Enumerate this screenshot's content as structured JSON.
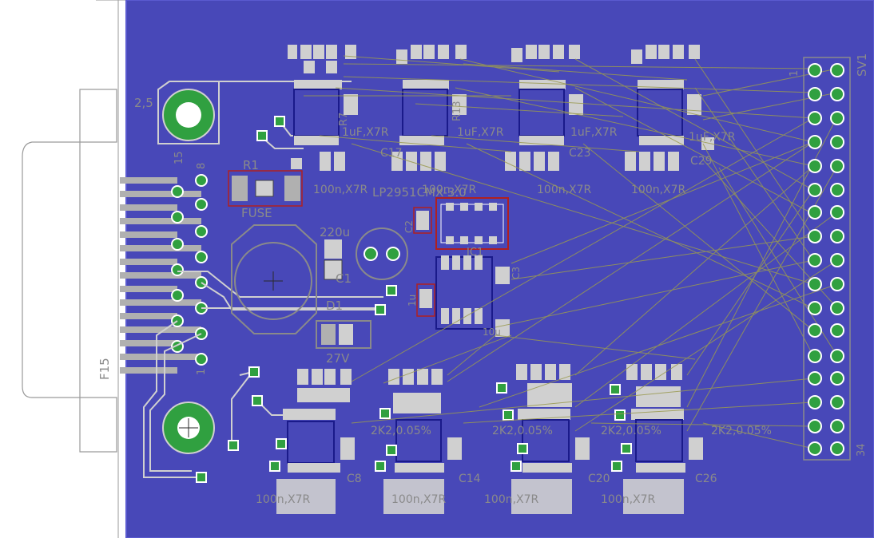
{
  "board": {
    "background": "#4848b8",
    "copper_color": "#d0d0d0",
    "pad_color": "#4caf50",
    "outline_color": "#1a1a8a",
    "airwire_color": "#9a9a50",
    "label_color": "#8a8a8a",
    "highlight_color": "#b02020"
  },
  "labels": {
    "connector": "F15",
    "hole_size": "2,5",
    "pin_15": "15",
    "pin_8": "8",
    "pin_1": "1",
    "r1": "R1",
    "fuse": "FUSE",
    "cap_220u": "220u",
    "c1": "C1",
    "d1": "D1",
    "v27": "27V",
    "ic": "LP2951CMX-3.0",
    "ic1": "IC1",
    "c2": "C2",
    "c3": "C3",
    "header": "SV1",
    "header_pin_1": "1",
    "header_pin_34": "34",
    "cap_1uf": "1uF,X7R",
    "cap_100n": "100n,X7R",
    "res_2k2": "2K2,0.05%",
    "cap_c8": "C8",
    "cap_c14": "C14",
    "cap_c20": "C20",
    "cap_c26": "C26",
    "cap_c17": "C17",
    "cap_c23": "C23",
    "cap_c29": "C29",
    "r7": "R7",
    "r13": "R13",
    "cap_10u": "10u",
    "cap_1u": "1u"
  }
}
